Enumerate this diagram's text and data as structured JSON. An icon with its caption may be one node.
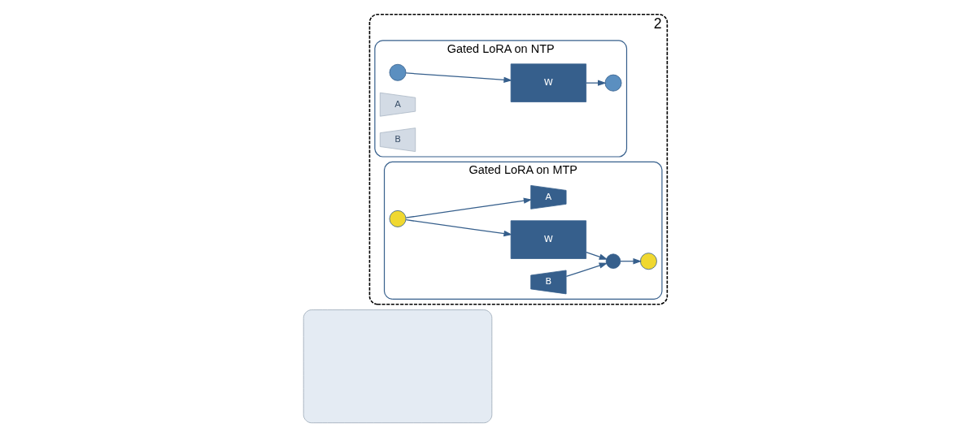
{
  "diagram": {
    "nodes": [
      {
        "text": [],
        "shape": "box"
      },
      {
        "text": [
          "2"
        ]
      },
      {
        "text": [
          "Gated LoRA on NTP"
        ],
        "in": 1
      },
      {
        "text": [],
        "shape": "circle",
        "in": 2
      },
      {
        "text": [
          "W"
        ],
        "in": 2
      },
      {
        "text": [
          "A"
        ],
        "in": 2
      },
      {
        "text": [
          "B"
        ],
        "in": 2
      },
      {
        "text": [],
        "shape": "circle",
        "in": 2
      },
      {
        "text": [
          "Gated LoRA on MTP"
        ],
        "in": 1
      },
      {
        "text": [],
        "shape": "circle",
        "in": 8
      },
      {
        "text": [
          "W"
        ],
        "in": 8
      },
      {
        "text": [
          "A"
        ],
        "in": 8
      },
      {
        "text": [
          "B"
        ],
        "in": 8
      },
      {
        "text": [],
        "shape": "circle",
        "in": 8
      },
      {
        "text": [],
        "shape": "circle",
        "in": 8
      }
    ],
    "edges": [
      {
        "from": 3,
        "to": 4,
        "arrow": "to"
      },
      {
        "from": 4,
        "to": 7,
        "arrow": "to"
      },
      {
        "from": 9,
        "to": 10,
        "arrow": "to"
      },
      {
        "from": 9,
        "to": 11,
        "arrow": "to"
      },
      {
        "from": 10,
        "to": 13,
        "arrow": "to"
      },
      {
        "from": 12,
        "to": 13,
        "arrow": "to"
      },
      {
        "from": 13,
        "to": 14,
        "arrow": "to"
      }
    ]
  }
}
